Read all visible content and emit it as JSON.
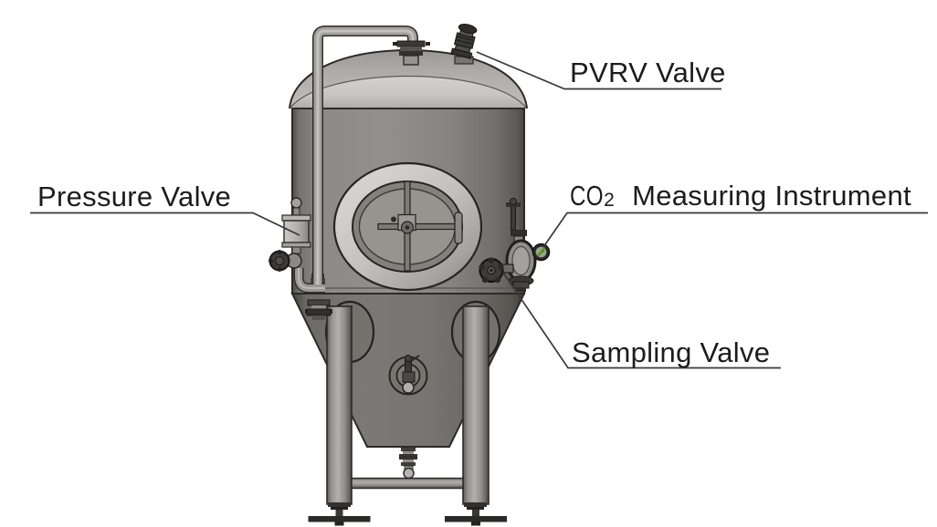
{
  "diagram": {
    "background": "#ffffff",
    "line_color": "#2b2b2b",
    "annotations": [
      {
        "id": "pvrv-valve",
        "label": "PVRV Valve"
      },
      {
        "id": "pressure-valve",
        "label": "Pressure Valve"
      },
      {
        "id": "co2-measuring-instrument",
        "label_prefix": "CO",
        "label_subscript": "2",
        "label_suffix": "Measuring Instrument"
      },
      {
        "id": "sampling-valve",
        "label": "Sampling Valve"
      }
    ],
    "colors": {
      "tank_body": "#8d8a86",
      "tank_dome": "#c9c8c4",
      "tank_cone": "#76756f",
      "legs": "#a5a39f",
      "dark_fittings": "#33322f",
      "gauge_accent": "#5d8f33"
    }
  }
}
